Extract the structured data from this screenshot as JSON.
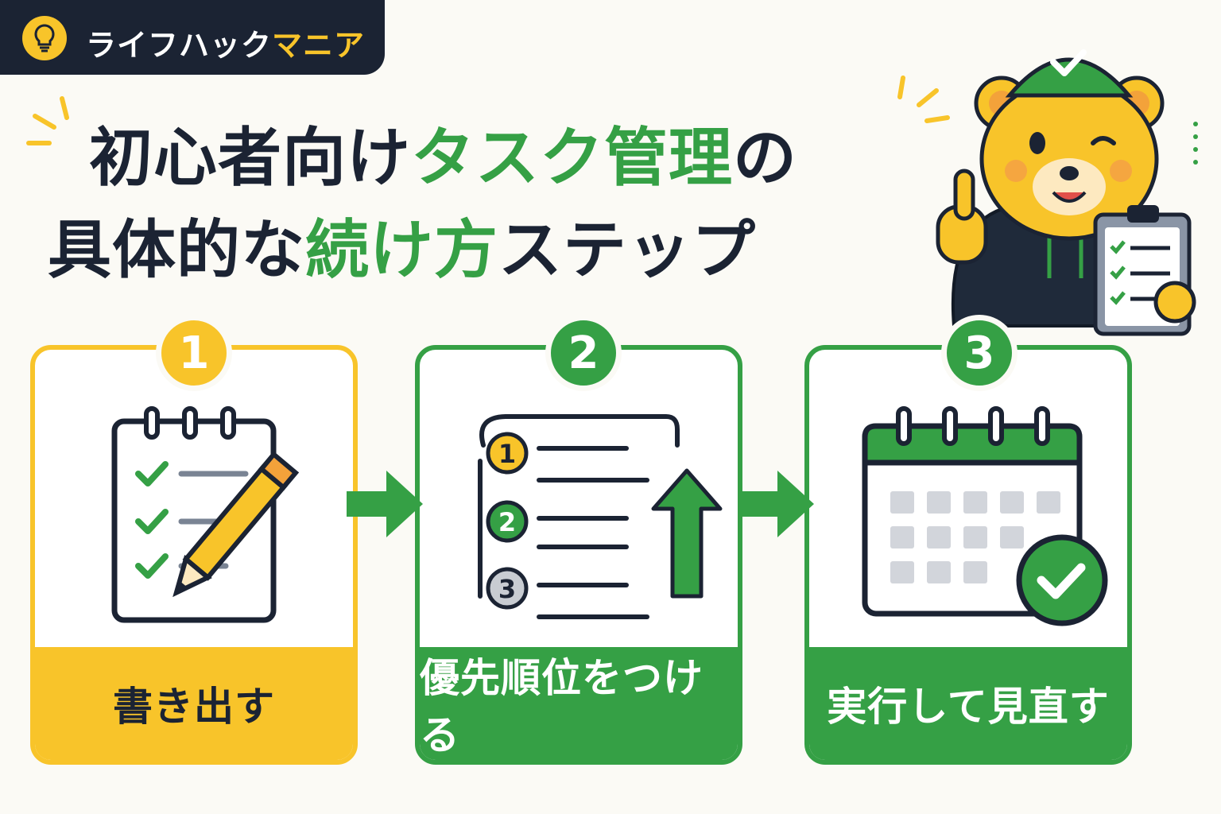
{
  "brand": {
    "name_part1": "ライフハック",
    "name_part2": "マニア"
  },
  "title": {
    "line1_a": "初心者向け",
    "line1_highlight": "タスク管理",
    "line1_b": "の",
    "line2_a": "具体的な",
    "line2_highlight": "続け方",
    "line2_b": "ステップ"
  },
  "steps": [
    {
      "number": "1",
      "label": "書き出す"
    },
    {
      "number": "2",
      "label": "優先順位をつける"
    },
    {
      "number": "3",
      "label": "実行して見直す"
    }
  ],
  "priority_list_numbers": [
    "1",
    "2",
    "3"
  ],
  "colors": {
    "navy": "#1b2333",
    "yellow": "#f8c42a",
    "green": "#35a045",
    "background": "#fbfaf5"
  }
}
